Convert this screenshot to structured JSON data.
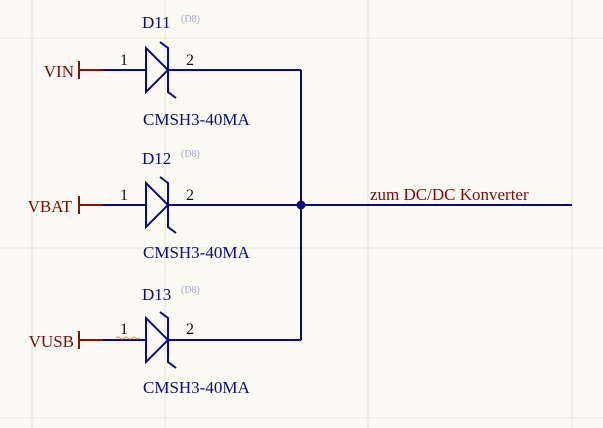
{
  "net_label": "zum DC/DC Konverter",
  "diodes": [
    {
      "ref": "D11",
      "designator": "(D8)",
      "value": "CMSH3-40MA",
      "pin1": "1",
      "pin2": "2",
      "port": "VIN"
    },
    {
      "ref": "D12",
      "designator": "(D8)",
      "value": "CMSH3-40MA",
      "pin1": "1",
      "pin2": "2",
      "port": "VBAT"
    },
    {
      "ref": "D13",
      "designator": "(D8)",
      "value": "CMSH3-40MA",
      "pin1": "1",
      "pin2": "2",
      "port": "VUSB"
    }
  ],
  "colors": {
    "wire": "#0a0a8a",
    "port": "#8a1010",
    "net_label": "#7a0a0a",
    "background": "#fbfbf3"
  }
}
